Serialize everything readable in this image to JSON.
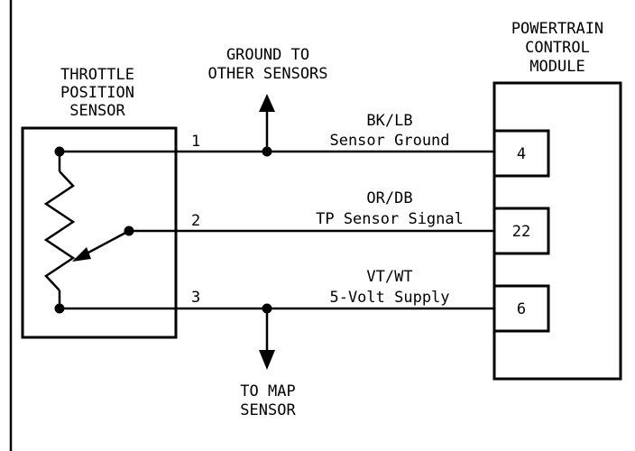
{
  "sensor": {
    "title_lines": [
      "THROTTLE",
      "POSITION",
      "SENSOR"
    ]
  },
  "pcm": {
    "title_lines": [
      "POWERTRAIN",
      "CONTROL",
      "MODULE"
    ]
  },
  "ground_note": {
    "lines": [
      "GROUND TO",
      "OTHER SENSORS"
    ]
  },
  "map_note": {
    "lines": [
      "TO MAP",
      "SENSOR"
    ]
  },
  "circuits": [
    {
      "wire_number": "1",
      "color_code": "BK/LB",
      "function": "Sensor Ground",
      "pcm_pin": "4"
    },
    {
      "wire_number": "2",
      "color_code": "OR/DB",
      "function": "TP Sensor Signal",
      "pcm_pin": "22"
    },
    {
      "wire_number": "3",
      "color_code": "VT/WT",
      "function": "5-Volt Supply",
      "pcm_pin": "6"
    }
  ]
}
